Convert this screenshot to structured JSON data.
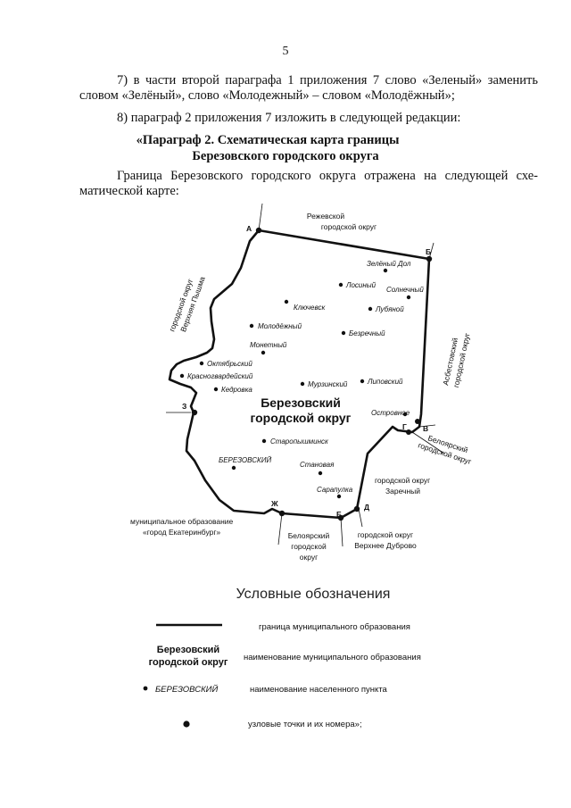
{
  "page_number": "5",
  "paragraphs": {
    "p7_line1": "7) в части второй параграфа 1 приложения 7 слово «Зеленый» заменить",
    "p7_line2": "словом «Зелёный», слово «Молодежный» – словом «Молодёжный»;",
    "p8": "8) параграф 2 приложения 7 изложить в следующей редакции:",
    "heading_line1": "«Параграф 2. Схематическая карта границы",
    "heading_line2": "Березовского городского округа",
    "intro_line1": "Граница Березовского городского округа отражена на следующей схе-",
    "intro_line2": "матической карте:"
  },
  "map": {
    "neighbors": {
      "rezh_1": "Режевской",
      "rezh_2": "городской округ",
      "vp_1": "городской округ",
      "vp_2": "Верхняя Пышма",
      "asb_1": "Асбестовский",
      "asb_2": "городской округ",
      "bel_r_1": "Белоярский",
      "bel_r_2": "городской округ",
      "zar_1": "городской округ",
      "zar_2": "Заречный",
      "ekb_1": "муниципальное образование",
      "ekb_2": "«город Екатеринбург»",
      "bel_b_1": "Белоярский",
      "bel_b_2": "городской",
      "bel_b_3": "округ",
      "vd_1": "городской округ",
      "vd_2": "Верхнее Дуброво"
    },
    "municipality_1": "Березовский",
    "municipality_2": "городской округ",
    "settlements": {
      "zeleny_dol": "Зелёный Дол",
      "losiny": "Лосиный",
      "solnechny": "Солнечный",
      "klyuchevsk": "Ключевск",
      "lubyanoy": "Лубяной",
      "molodezhny": "Молодёжный",
      "bezrechny": "Безречный",
      "monetny": "Монетный",
      "oktyabrsky": "Октябрьский",
      "krasnogvardeysky": "Красногвардейский",
      "kedrovka": "Кедровка",
      "murzinsky": "Мурзинский",
      "lipovsky": "Липовский",
      "ostrovnoe": "Островное",
      "staropyshminsk": "Старопышминск",
      "berezovsky": "БЕРЕЗОВСКИЙ",
      "stanovaya": "Становая",
      "sarapulka": "Сарапулка"
    },
    "nodes": {
      "a": "А",
      "b": "Б",
      "v": "В",
      "g": "Г",
      "d": "Д",
      "e": "Е",
      "zh": "Ж",
      "z": "З"
    }
  },
  "legend": {
    "title": "Условные обозначения",
    "line_desc": "граница муниципального образования",
    "name_example_1": "Березовский",
    "name_example_2": "городской округ",
    "name_desc": "наименование муниципального образования",
    "settlement_example": "БЕРЕЗОВСКИЙ",
    "settlement_desc": "наименование населенного пункта",
    "node_desc": "узловые точки и их номера»;"
  }
}
